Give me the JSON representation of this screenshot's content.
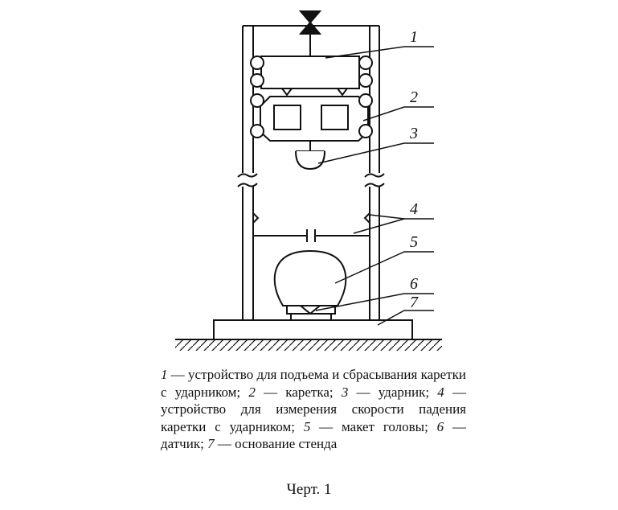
{
  "figure": {
    "callouts": [
      "1",
      "2",
      "3",
      "4",
      "5",
      "6",
      "7"
    ]
  },
  "legend": [
    {
      "num": "1",
      "text": " — устройство для подъема и сбрасывания каретки с ударником; "
    },
    {
      "num": "2",
      "text": " — каретка; "
    },
    {
      "num": "3",
      "text": " — ударник; "
    },
    {
      "num": "4",
      "text": " — устройство для измерения скорости падения каретки с ударником; "
    },
    {
      "num": "5",
      "text": " — макет головы; "
    },
    {
      "num": "6",
      "text": " — датчик; "
    },
    {
      "num": "7",
      "text": " — основание стенда"
    }
  ],
  "title": "Черт. 1",
  "colors": {
    "ink": "#111111",
    "paper": "#ffffff"
  }
}
